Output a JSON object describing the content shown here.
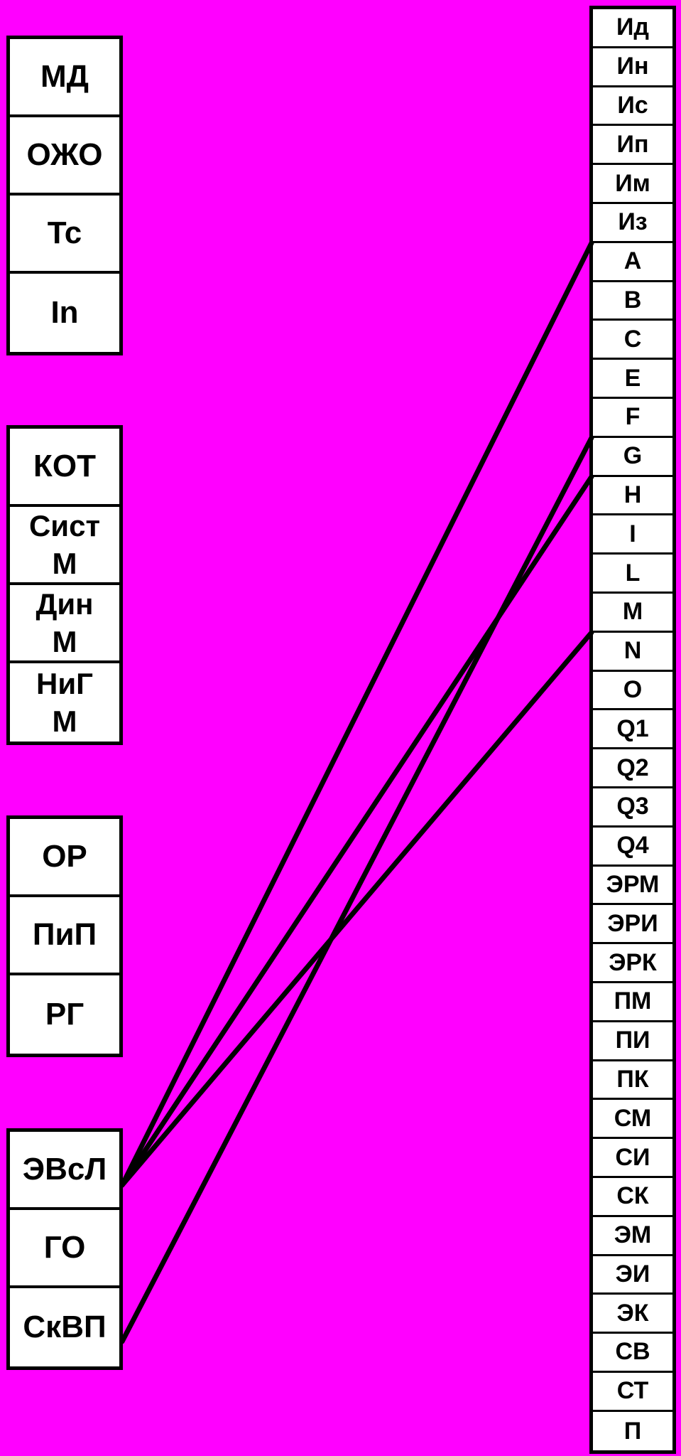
{
  "left_groups": [
    {
      "id": "g1",
      "items": [
        "МД",
        "ОЖО",
        "Тс",
        "In"
      ]
    },
    {
      "id": "g2",
      "items": [
        "КОТ",
        "Сист\nМ",
        "Дин\nМ",
        "НиГ\nМ"
      ]
    },
    {
      "id": "g3",
      "items": [
        "ОР",
        "ПиП",
        "РГ"
      ]
    },
    {
      "id": "g4",
      "items": [
        "ЭВсЛ",
        "ГО",
        "СкВП"
      ]
    }
  ],
  "right_items": [
    "Ид",
    "Ин",
    "Ис",
    "Ип",
    "Им",
    "Из",
    "A",
    "B",
    "C",
    "E",
    "F",
    "G",
    "H",
    "I",
    "L",
    "M",
    "N",
    "O",
    "Q1",
    "Q2",
    "Q3",
    "Q4",
    "ЭРМ",
    "ЭРИ",
    "ЭРК",
    "ПМ",
    "ПИ",
    "ПК",
    "СМ",
    "СИ",
    "СК",
    "ЭМ",
    "ЭИ",
    "ЭК",
    "СВ",
    "СТ",
    "П"
  ],
  "connections": [
    {
      "from": "ЭВсЛ",
      "to": "A"
    },
    {
      "from": "ЭВсЛ",
      "to": "H"
    },
    {
      "from": "ЭВсЛ",
      "to": "N"
    },
    {
      "from": "СкВП",
      "to": "G"
    }
  ],
  "colors": {
    "background": "#ff00ff",
    "box": "#ffffff",
    "stroke": "#000000"
  }
}
